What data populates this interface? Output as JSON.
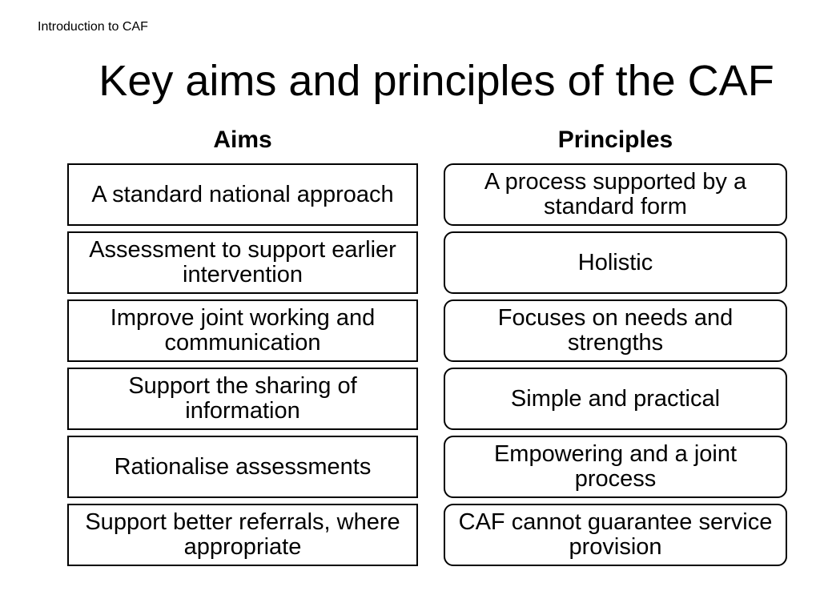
{
  "header": {
    "label": "Introduction to CAF"
  },
  "title": "Key aims and principles of the CAF",
  "aims": {
    "heading": "Aims",
    "items": [
      "A standard national approach",
      "Assessment to support earlier intervention",
      "Improve joint working and communication",
      "Support the sharing of information",
      "Rationalise assessments",
      "Support better referrals, where appropriate"
    ]
  },
  "principles": {
    "heading": "Principles",
    "items": [
      "A process supported by a standard form",
      "Holistic",
      "Focuses on needs and strengths",
      "Simple and practical",
      "Empowering and a joint process",
      "CAF cannot guarantee service provision"
    ]
  }
}
